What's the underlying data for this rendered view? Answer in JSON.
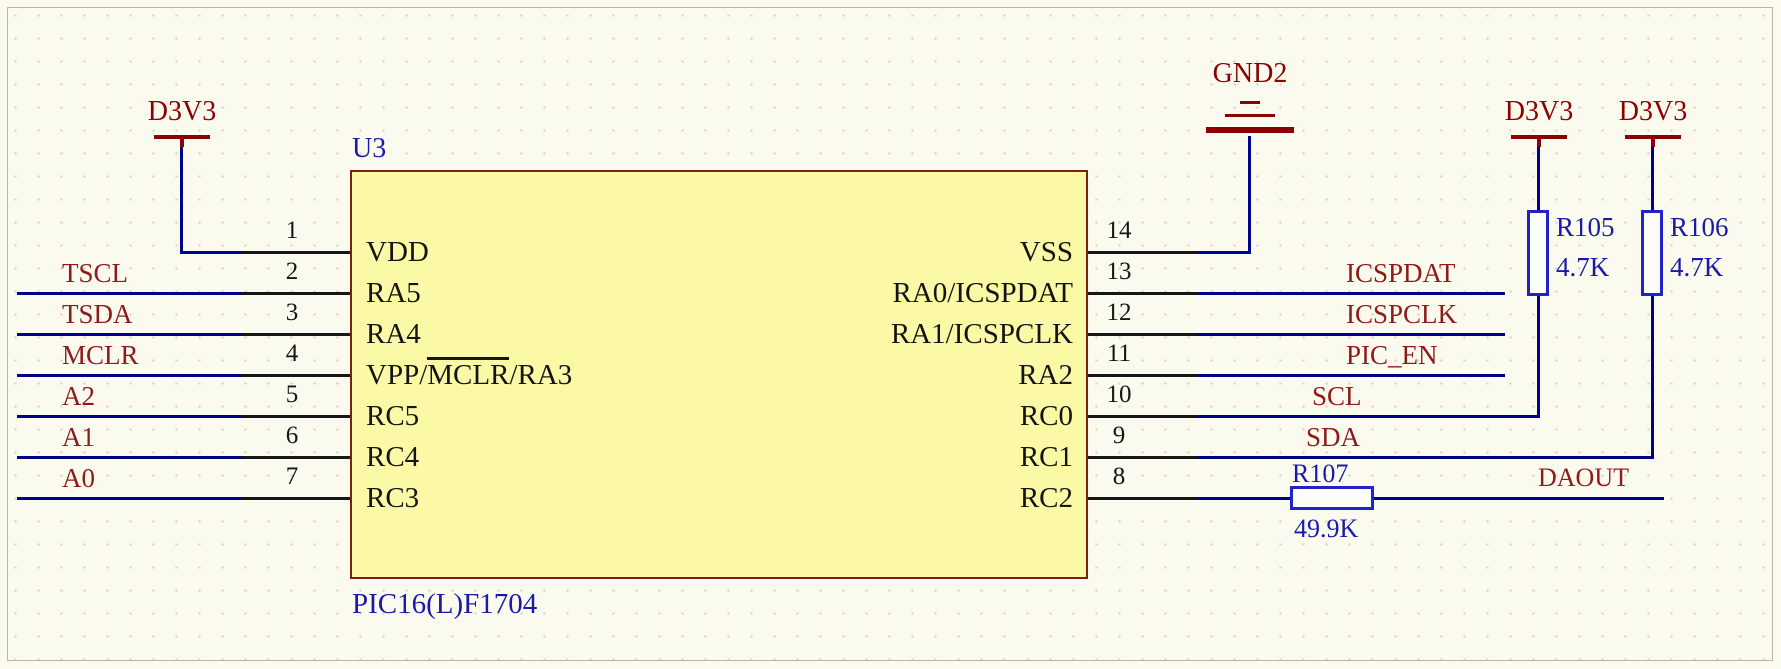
{
  "schematic": {
    "ic": {
      "designator": "U3",
      "part_number": "PIC16(L)F1704",
      "left_pins": [
        {
          "num": "1",
          "name": "VDD",
          "net": ""
        },
        {
          "num": "2",
          "name": "RA5",
          "net": "TSCL"
        },
        {
          "num": "3",
          "name": "RA4",
          "net": "TSDA"
        },
        {
          "num": "4",
          "name": "VPP/MCLR/RA3",
          "name_pre": "VPP/",
          "name_overline": "MCLR",
          "name_post": "/RA3",
          "net": "MCLR"
        },
        {
          "num": "5",
          "name": "RC5",
          "net": "A2"
        },
        {
          "num": "6",
          "name": "RC4",
          "net": "A1"
        },
        {
          "num": "7",
          "name": "RC3",
          "net": "A0"
        }
      ],
      "right_pins": [
        {
          "num": "14",
          "name": "VSS",
          "net": ""
        },
        {
          "num": "13",
          "name": "RA0/ICSPDAT",
          "net": "ICSPDAT"
        },
        {
          "num": "12",
          "name": "RA1/ICSPCLK",
          "net": "ICSPCLK"
        },
        {
          "num": "11",
          "name": "RA2",
          "net": "PIC_EN"
        },
        {
          "num": "10",
          "name": "RC0",
          "net": "SCL"
        },
        {
          "num": "9",
          "name": "RC1",
          "net": "SDA"
        },
        {
          "num": "8",
          "name": "RC2",
          "net": "DAOUT"
        }
      ]
    },
    "power": {
      "rail": "D3V3",
      "ground": "GND2"
    },
    "resistors": {
      "r105": {
        "ref": "R105",
        "value": "4.7K"
      },
      "r106": {
        "ref": "R106",
        "value": "4.7K"
      },
      "r107": {
        "ref": "R107",
        "value": "49.9K"
      }
    }
  },
  "colors": {
    "wire": "#00008b",
    "pin_color": "#161616",
    "net_label": "#8e1a1a",
    "designator": "#1a1aa8",
    "power": "#8b0000",
    "ic_fill": "#fcf9a6",
    "ic_border": "#7a2014",
    "resistor_border": "#2222cc",
    "pin_text": "#141414",
    "background": "#fbfaef",
    "grid_dot": "#dcd6c0",
    "sheet_border": "#bdb6a2"
  }
}
